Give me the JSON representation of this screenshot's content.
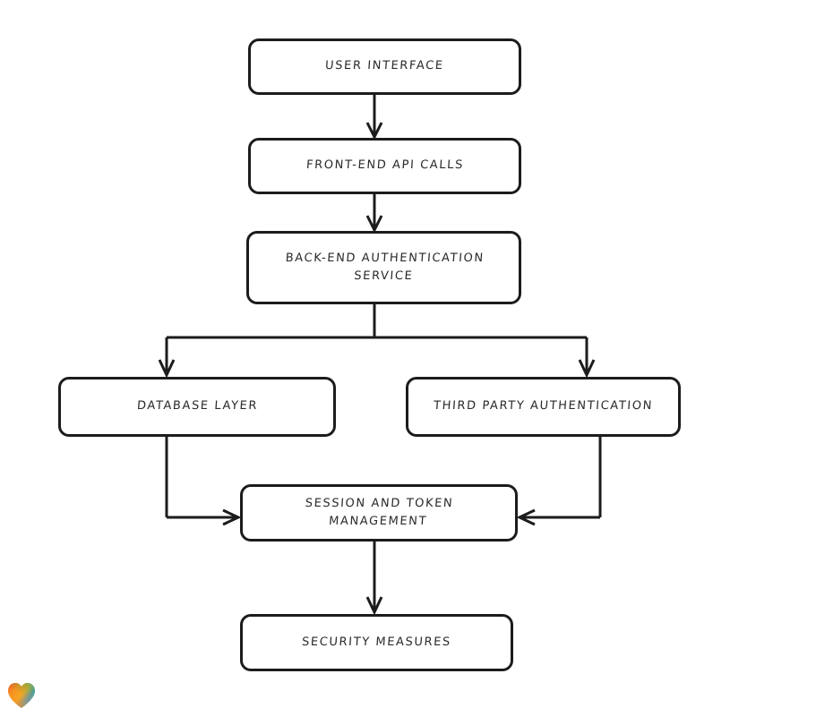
{
  "diagram": {
    "type": "flowchart",
    "orientation": "top-to-bottom",
    "background_color": "#ffffff",
    "stroke_color": "#1c1c1c",
    "text_color": "#2b2b2b",
    "nodes": [
      {
        "id": "user-interface",
        "label": "User Interface"
      },
      {
        "id": "frontend-api",
        "label": "Front-End API Calls"
      },
      {
        "id": "backend-auth",
        "label": "Back-End Authentication\nService"
      },
      {
        "id": "database-layer",
        "label": "Database Layer"
      },
      {
        "id": "third-party-auth",
        "label": "Third Party Authentication"
      },
      {
        "id": "session-token",
        "label": "Session and Token\nManagement"
      },
      {
        "id": "security",
        "label": "Security Measures"
      }
    ],
    "edges": [
      {
        "from": "user-interface",
        "to": "frontend-api",
        "style": "straight-down"
      },
      {
        "from": "frontend-api",
        "to": "backend-auth",
        "style": "straight-down"
      },
      {
        "from": "backend-auth",
        "to": "database-layer",
        "style": "split-left"
      },
      {
        "from": "backend-auth",
        "to": "third-party-auth",
        "style": "split-right"
      },
      {
        "from": "database-layer",
        "to": "session-token",
        "style": "elbow-right-into-left-side"
      },
      {
        "from": "third-party-auth",
        "to": "session-token",
        "style": "elbow-left-into-right-side"
      },
      {
        "from": "session-token",
        "to": "security",
        "style": "straight-down"
      }
    ]
  },
  "watermark": {
    "icon": "heart-icon",
    "gradient_colors": [
      "#e8322c",
      "#f5881f",
      "#f8a623",
      "#2aa9e0",
      "#3f8fd4",
      "#3fb34f"
    ]
  }
}
